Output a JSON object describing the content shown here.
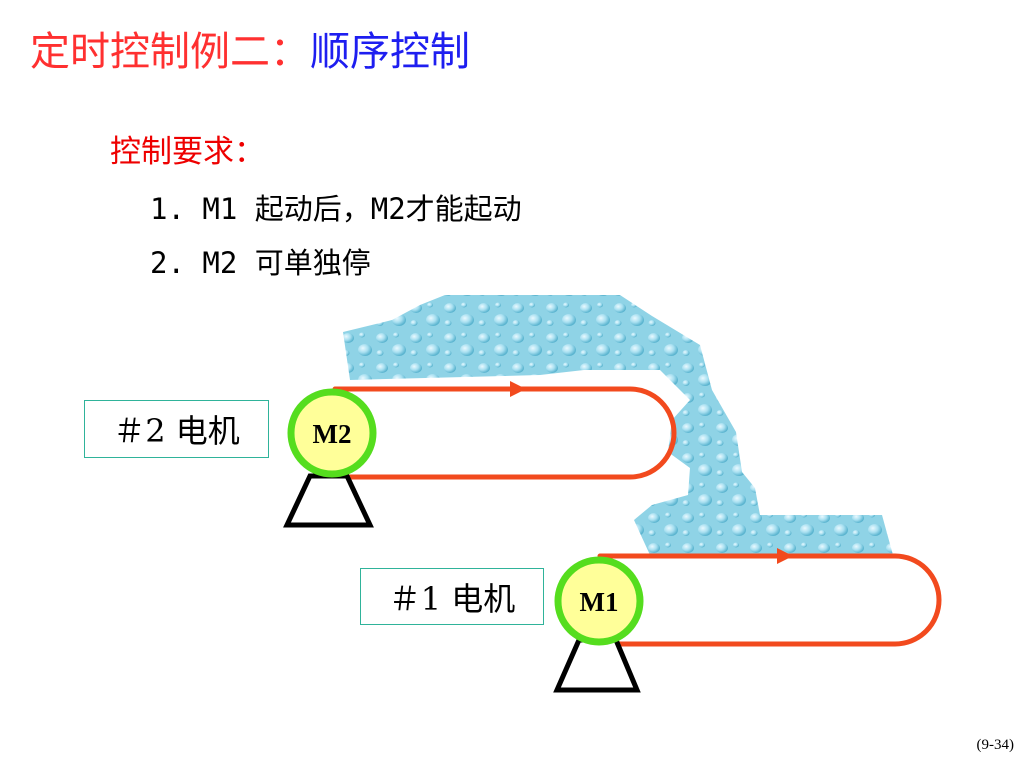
{
  "title": {
    "prefix": "定时控制例二：",
    "topic": "顺序控制"
  },
  "requirements": {
    "heading": "控制要求：",
    "items": [
      "1. M1 起动后，M2才能起动",
      "2. M2 可单独停"
    ]
  },
  "motors": [
    {
      "label": "＃2 电机",
      "name": "M2"
    },
    {
      "label": "＃1 电机",
      "name": "M1"
    }
  ],
  "page_number": "(9-34)",
  "colors": {
    "title_red": "#ff3030",
    "title_blue": "#1e1ef0",
    "belt": "#f24a1e",
    "motor_ring": "#55dd1e",
    "motor_fill": "#ffff99",
    "label_border": "#2fb39a",
    "water": "#8fd3e6"
  },
  "icons": [
    "conveyor-belt-icon",
    "motor-icon",
    "motor-stand-icon",
    "direction-arrow-icon",
    "water-texture"
  ]
}
